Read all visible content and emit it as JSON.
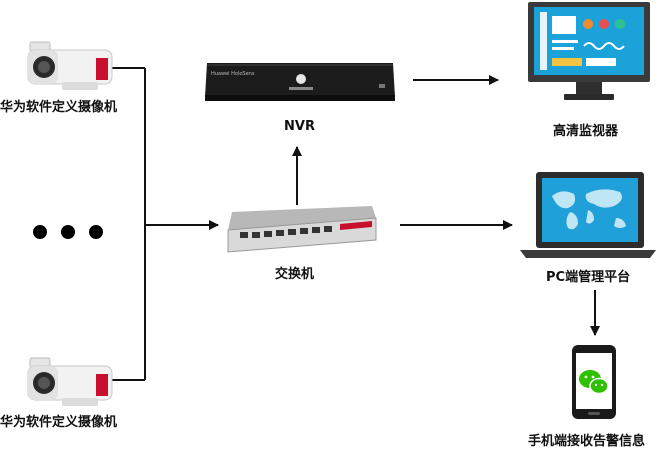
{
  "nodes": {
    "camera_top": {
      "label": "华为软件定义摄像机"
    },
    "camera_bottom": {
      "label": "华为软件定义摄像机"
    },
    "nvr": {
      "label": "NVR",
      "brand_text": "Huawei HoloSens"
    },
    "switch": {
      "label": "交换机"
    },
    "monitor": {
      "label": "高清监视器"
    },
    "pc": {
      "label": "PC端管理平台"
    },
    "phone": {
      "label": "手机端接收告警信息"
    }
  },
  "colors": {
    "line": "#111111",
    "camera_body": "#f2f2f2",
    "camera_lens": "#2a2a2a",
    "camera_stripe": "#c8102e",
    "nvr_body": "#1c1c1c",
    "switch_body": "#d9d9d9",
    "switch_stripe": "#c8102e",
    "monitor_bezel": "#3a3a3a",
    "monitor_screen": "#1ba3d9",
    "laptop_screen": "#1fa0d8",
    "wechat_green": "#2dc100"
  },
  "icons": {
    "camera": "bullet-camera-icon",
    "nvr": "nvr-recorder-icon",
    "switch": "network-switch-icon",
    "monitor": "monitor-icon",
    "pc": "laptop-icon",
    "phone": "smartphone-wechat-icon",
    "ellipsis": "more-cameras-dots"
  }
}
